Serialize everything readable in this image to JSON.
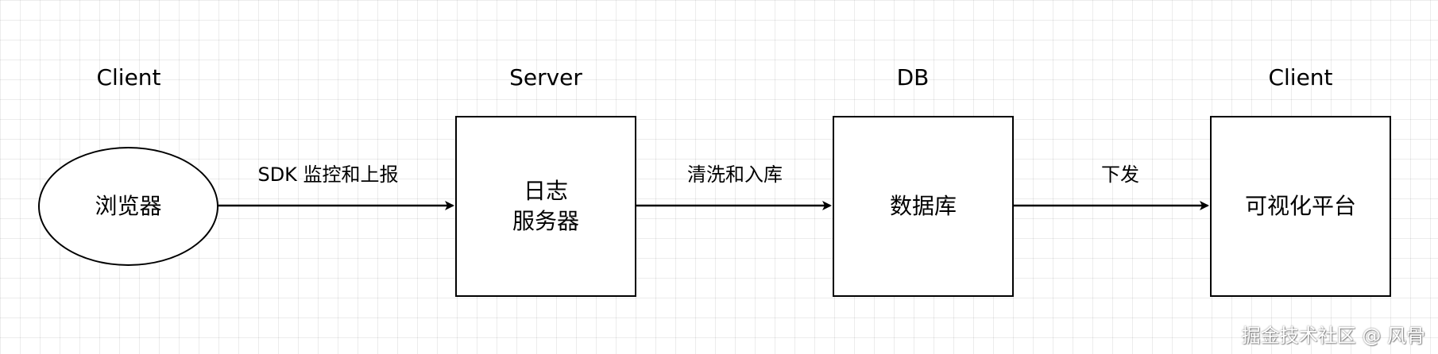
{
  "tiers": [
    "Client",
    "Server",
    "DB",
    "Client"
  ],
  "nodes": [
    {
      "shape": "ellipse",
      "label": "浏览器"
    },
    {
      "shape": "rect",
      "label": "日志\n服务器"
    },
    {
      "shape": "rect",
      "label": "数据库"
    },
    {
      "shape": "rect",
      "label": "可视化平台"
    }
  ],
  "edges": [
    "SDK 监控和上报",
    "清洗和入库",
    "下发"
  ],
  "watermark": "掘金技术社区 @ 风骨"
}
